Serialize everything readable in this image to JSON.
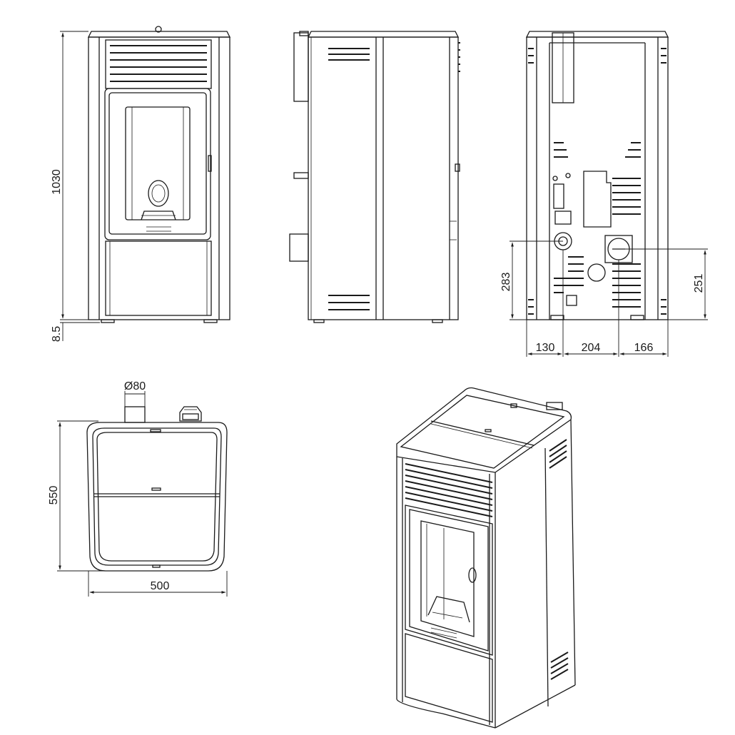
{
  "dimensions": {
    "height_total": "1030",
    "foot_height": "8.5",
    "flue_height": "283",
    "air_intake_height": "251",
    "flue_offset": "130",
    "center_spacing": "204",
    "air_offset": "166",
    "flue_diameter": "Ø80",
    "depth": "550",
    "width": "500"
  },
  "colors": {
    "line": "#1a1a1a",
    "background": "#ffffff"
  }
}
